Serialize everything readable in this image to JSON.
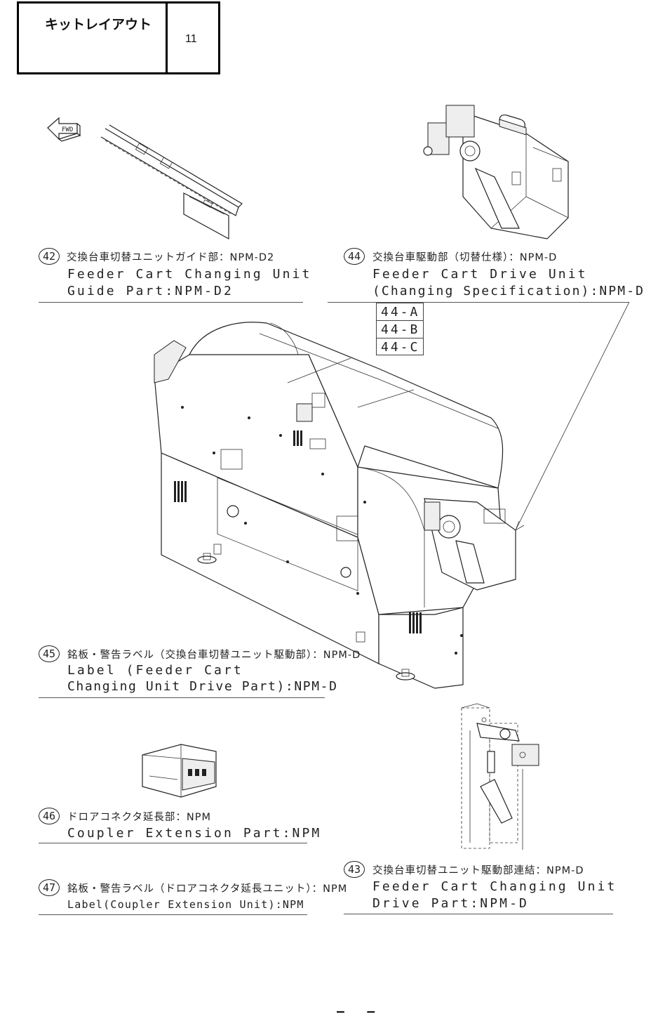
{
  "header": {
    "title": "キットレイアウト",
    "page_number": "11"
  },
  "callouts": [
    {
      "id": "42",
      "jp": "交換台車切替ユニットガイド部：NPM-D2",
      "en1": "Feeder Cart Changing Unit",
      "en2": "Guide Part:NPM-D2"
    },
    {
      "id": "44",
      "jp": "交換台車駆動部（切替仕様）：NPM-D",
      "en1": "Feeder Cart Drive Unit",
      "en2": "(Changing Specification):NPM-D",
      "variants": [
        "44-A",
        "44-B",
        "44-C"
      ]
    },
    {
      "id": "45",
      "jp": "銘板・警告ラベル（交換台車切替ユニット駆動部）：NPM-D",
      "en1": "Label (Feeder Cart",
      "en2": "Changing Unit Drive Part):NPM-D"
    },
    {
      "id": "46",
      "jp": "ドロアコネクタ延長部：NPM",
      "en1": "Coupler Extension Part:NPM"
    },
    {
      "id": "47",
      "jp": "銘板・警告ラベル（ドロアコネクタ延長ユニット）：NPM",
      "en1": "Label(Coupler Extension Unit):NPM"
    },
    {
      "id": "43",
      "jp": "交換台車切替ユニット駆動部連結：NPM-D",
      "en1": "Feeder Cart Changing Unit",
      "en2": "Drive Part:NPM-D"
    }
  ],
  "fwd_arrow_label": "FWD",
  "footer_mark": "–   –"
}
